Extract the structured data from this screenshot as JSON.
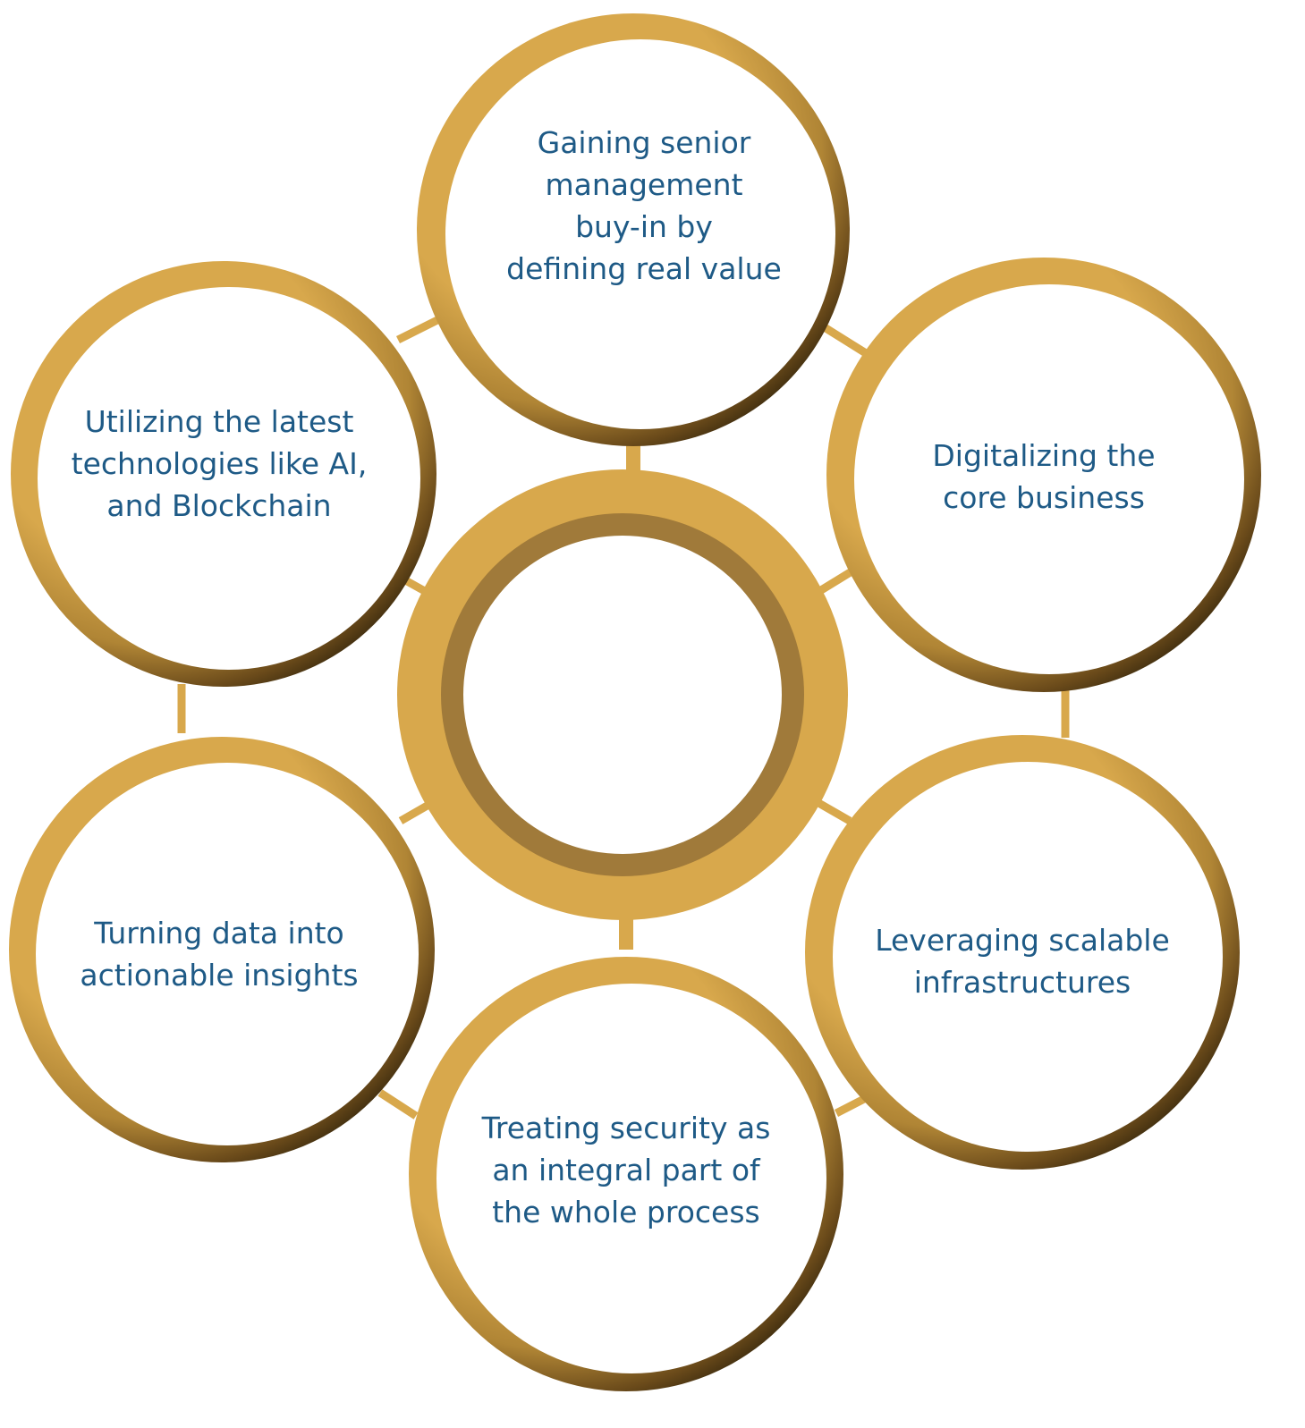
{
  "diagram": {
    "center_label": "",
    "items": [
      {
        "id": "top",
        "text": "Gaining senior\nmanagement\nbuy-in by\ndefining real value"
      },
      {
        "id": "upper-right",
        "text": "Digitalizing the\ncore business"
      },
      {
        "id": "lower-right",
        "text": "Leveraging scalable\ninfrastructures"
      },
      {
        "id": "bottom",
        "text": "Treating security as\nan integral part of\nthe whole process"
      },
      {
        "id": "lower-left",
        "text": "Turning data into\nactionable insights"
      },
      {
        "id": "upper-left",
        "text": "Utilizing the latest\ntechnologies like AI,\nand Blockchain"
      }
    ]
  },
  "colors": {
    "ring_gold": "#d8a84c",
    "ring_inner_bronze": "#a07a3a",
    "shadow_dark": "#4a3412",
    "text_blue": "#1e5a86",
    "connector_gold": "#d8a84c"
  }
}
